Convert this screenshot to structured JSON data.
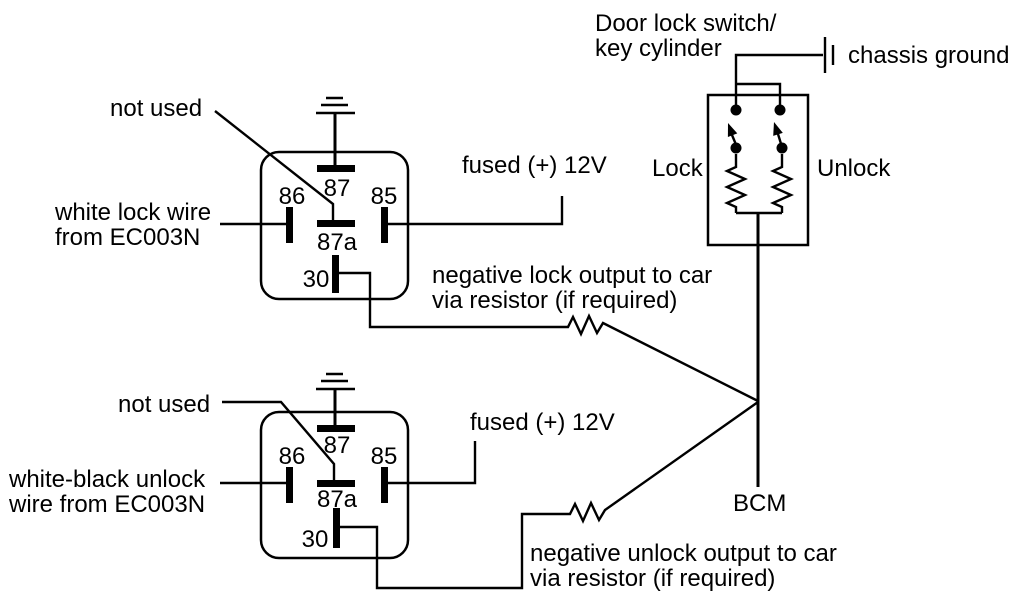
{
  "colors": {
    "background": "#ffffff",
    "line": "#000000",
    "text": "#000000"
  },
  "door_switch": {
    "title_line1": "Door lock switch/",
    "title_line2": "key cylinder",
    "chassis_ground_label": "chassis ground",
    "lock_label": "Lock",
    "unlock_label": "Unlock",
    "output_label": "BCM"
  },
  "lock_relay": {
    "not_used_label": "not used",
    "input_line1": "white lock wire",
    "input_line2": "from EC003N",
    "fused_label": "fused (+) 12V",
    "output_line1": "negative lock output to car",
    "output_line2": "via resistor (if required)",
    "pins": {
      "p87": "87",
      "p86": "86",
      "p85": "85",
      "p87a": "87a",
      "p30": "30"
    }
  },
  "unlock_relay": {
    "not_used_label": "not used",
    "input_line1": "white-black unlock",
    "input_line2": "wire from EC003N",
    "fused_label": "fused (+) 12V",
    "output_line1": "negative unlock output to car",
    "output_line2": "via resistor (if required)",
    "pins": {
      "p87": "87",
      "p86": "86",
      "p85": "85",
      "p87a": "87a",
      "p30": "30"
    }
  }
}
